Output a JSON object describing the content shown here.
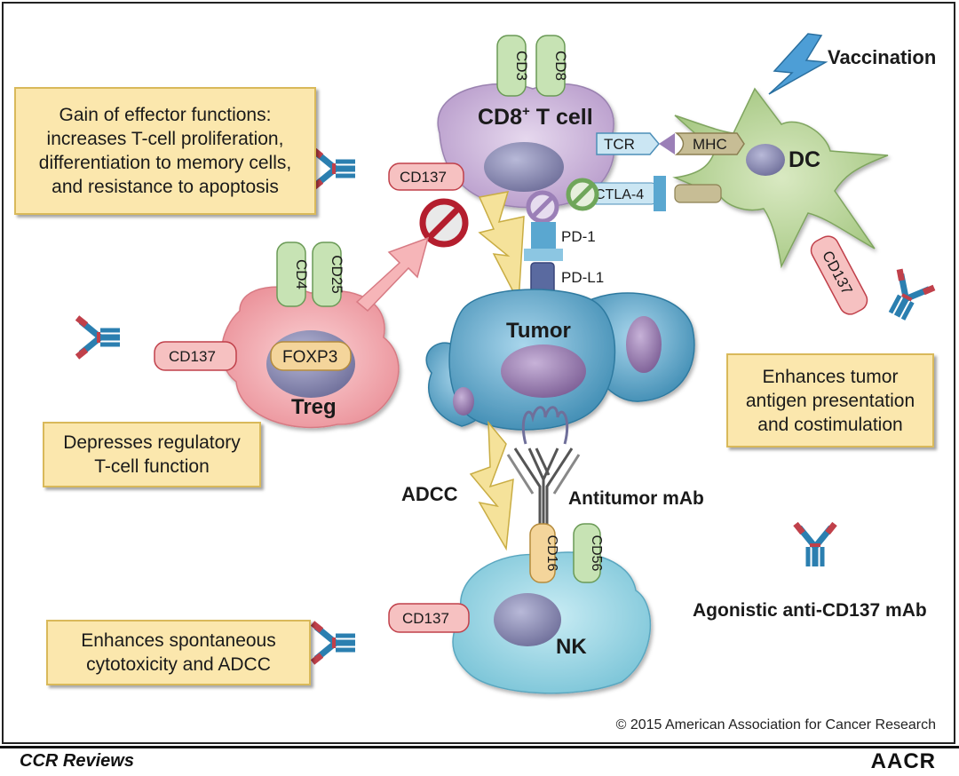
{
  "cells": {
    "cd8": "CD8",
    "cd8_sup": "+",
    "cd8_tail": "T cell",
    "dc": "DC",
    "treg": "Treg",
    "tumor": "Tumor",
    "nk": "NK"
  },
  "molecules": {
    "cd3": "CD3",
    "cd8": "CD8",
    "cd4": "CD4",
    "cd25": "CD25",
    "cd16": "CD16",
    "cd56": "CD56",
    "foxp3": "FOXP3",
    "tcr": "TCR",
    "mhc": "MHC",
    "ctla4": "CTLA-4",
    "pd1": "PD-1",
    "pdl1": "PD-L1",
    "cd137": "CD137"
  },
  "labels": {
    "vaccination": "Vaccination",
    "adcc": "ADCC",
    "antitumor_mab": "Antitumor mAb",
    "agonistic_mab": "Agonistic anti-CD137 mAb"
  },
  "notes": {
    "effector": [
      "Gain of effector functions:",
      "increases T-cell proliferation,",
      "differentiation to memory cells,",
      "and resistance to apoptosis"
    ],
    "treg": [
      "Depresses regulatory",
      "T-cell function"
    ],
    "dc": [
      "Enhances tumor",
      "antigen presentation",
      "and costimulation"
    ],
    "nk": [
      "Enhances spontaneous",
      "cytotoxicity and ADCC"
    ]
  },
  "footer": {
    "copyright": "© 2015 American Association for Cancer Research",
    "series": "CCR Reviews",
    "logo": "AACR"
  },
  "colors": {
    "cd8_cell": "#cdb5dc",
    "dc_cell": "#b9d39a",
    "treg_cell": "#f2a8ad",
    "tumor_cell": "#4f9cc0",
    "nk_cell": "#93d3e2",
    "nucleus": "#8a8fb3",
    "note_fill": "#fbe7ad",
    "cd137_fill": "#f6c1c1",
    "marker_fill": "#c7e3b4",
    "antibody_blue": "#2b7fb0",
    "antibody_red": "#c0404a",
    "inhibit_red": "#b41e2e",
    "bolt_fill": "#f5e29a",
    "vaccine_bolt": "#4d9ed6"
  }
}
